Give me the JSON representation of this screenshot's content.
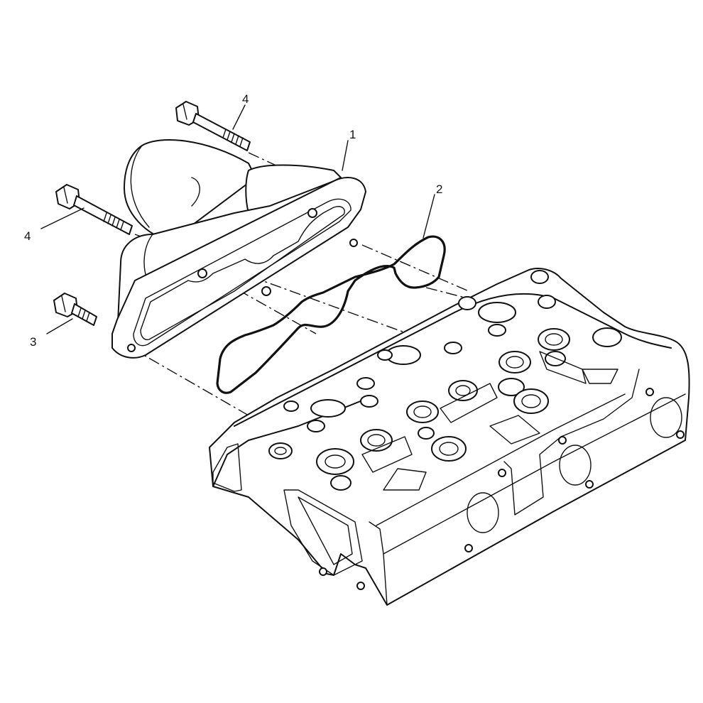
{
  "callouts": [
    {
      "id": "c1",
      "text": "1"
    },
    {
      "id": "c2",
      "text": "2"
    },
    {
      "id": "c3",
      "text": "3"
    },
    {
      "id": "c4a",
      "text": "4"
    },
    {
      "id": "c4b",
      "text": "4"
    }
  ],
  "colors": {
    "ink": "#111111",
    "paper": "#ffffff"
  }
}
